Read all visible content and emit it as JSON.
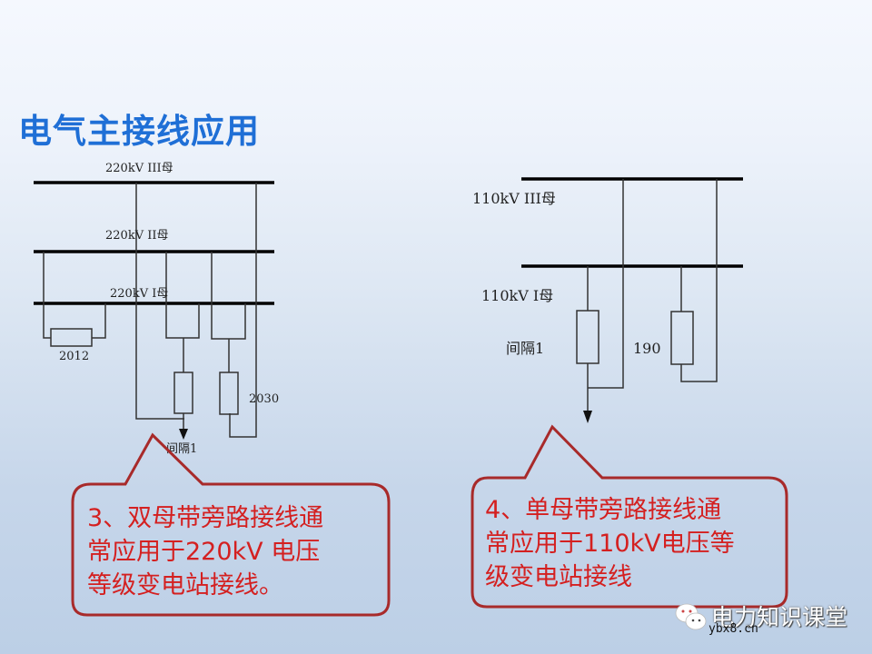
{
  "slide": {
    "title": "电气主接线应用"
  },
  "left_diagram": {
    "bus_labels": [
      "220kV III母",
      "220kV II母",
      "220kV I母"
    ],
    "bay_labels": {
      "bus_coupler": "2012",
      "bypass": "2030",
      "feeder": "间隔1"
    }
  },
  "right_diagram": {
    "bus_labels": [
      "110kV III母",
      "110kV I母"
    ],
    "bay_labels": {
      "feeder": "间隔1",
      "bypass": "190"
    }
  },
  "callouts": [
    {
      "lines": [
        "3、双母带旁路接线通",
        "常应用于220kV 电压",
        "等级变电站接线。"
      ],
      "border_color": "#a82a2a",
      "text_color": "#d42020"
    },
    {
      "lines": [
        "4、单母带旁路接线通",
        "常应用于110kV电压等",
        "级变电站接线"
      ],
      "border_color": "#a82a2a",
      "text_color": "#d42020"
    }
  ],
  "watermark": {
    "icon": "wechat-icon",
    "name": "电力知识课堂",
    "url": "ybx8.cn"
  },
  "colors": {
    "title": "#1f6fd6",
    "callout_text": "#d42020",
    "callout_border": "#a82a2a"
  }
}
